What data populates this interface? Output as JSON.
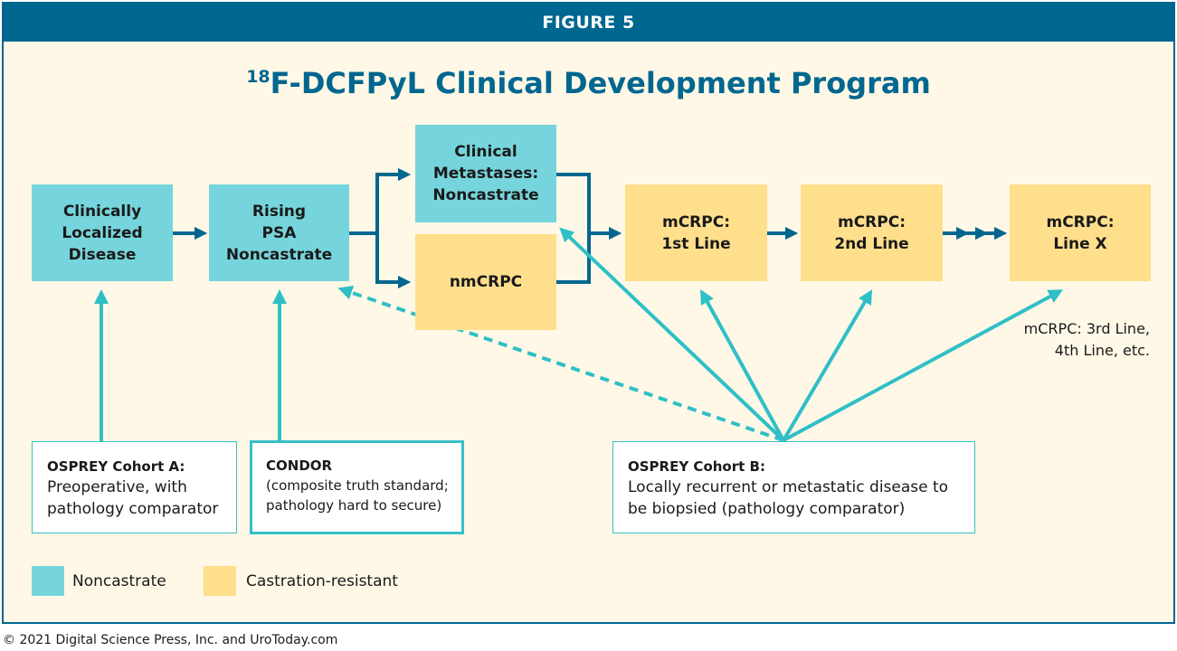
{
  "header": {
    "label": "FIGURE 5"
  },
  "title": {
    "superscript": "18",
    "text": "F-DCFPyL Clinical Development Program"
  },
  "stages": {
    "clinically_localized": "Clinically\nLocalized\nDisease",
    "rising_psa": "Rising\nPSA\nNoncastrate",
    "clinical_metastases": "Clinical\nMetastases:\nNoncastrate",
    "nmcrpc": "nmCRPC",
    "mcrpc_1st": "mCRPC:\n1st Line",
    "mcrpc_2nd": "mCRPC:\n2nd Line",
    "mcrpc_x": "mCRPC:\nLine X"
  },
  "note": {
    "line1": "mCRPC: 3rd Line,",
    "line2": "4th Line, etc."
  },
  "cohorts": {
    "osprey_a": {
      "head": "OSPREY Cohort A:",
      "body": "Preoperative, with pathology comparator"
    },
    "condor": {
      "head": "CONDOR",
      "body": "(composite truth standard; pathology hard to secure)"
    },
    "osprey_b": {
      "head": "OSPREY Cohort B:",
      "body": "Locally recurrent or metastatic disease to be biopsied (pathology comparator)"
    }
  },
  "legend": {
    "noncastrate": {
      "label": "Noncastrate",
      "color": "#76d5dc"
    },
    "castration_resistant": {
      "label": "Castration-resistant",
      "color": "#ffdf8c"
    }
  },
  "colors": {
    "brand_blue": "#006790",
    "teal_arrow": "#2fbfc6",
    "background": "#fff8e6"
  },
  "footer": {
    "copyright": "© 2021 Digital Science Press, Inc. and UroToday.com"
  }
}
